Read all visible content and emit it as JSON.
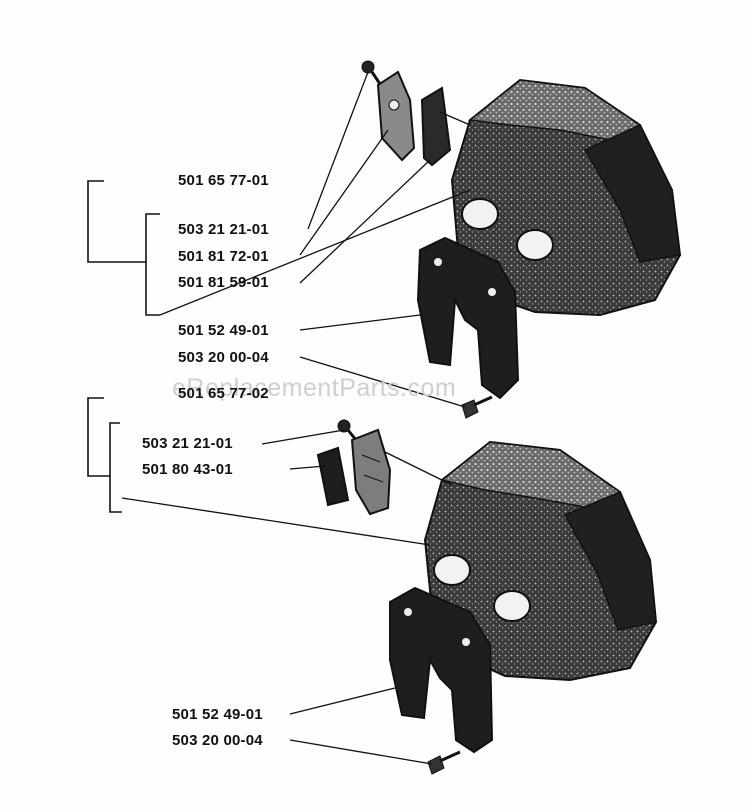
{
  "watermark": "eReplacementParts.com",
  "labels": {
    "upper_assembly": "501 65 77-01",
    "upper_screw": "503 21 21-01",
    "upper_bracket": "501 81 72-01",
    "upper_insulator": "501 81 59-01",
    "upper_gasket": "501 52 49-01",
    "upper_bolt": "503 20 00-04",
    "lower_assembly": "501 65 77-02",
    "lower_screw": "503 21 21-01",
    "lower_bracket": "501 80 43-01",
    "lower_gasket": "501 52 49-01",
    "lower_bolt": "503 20 00-04"
  },
  "colors": {
    "ink": "#111111",
    "watermark": "#cfcfcf",
    "paper": "#fdfdfd"
  }
}
